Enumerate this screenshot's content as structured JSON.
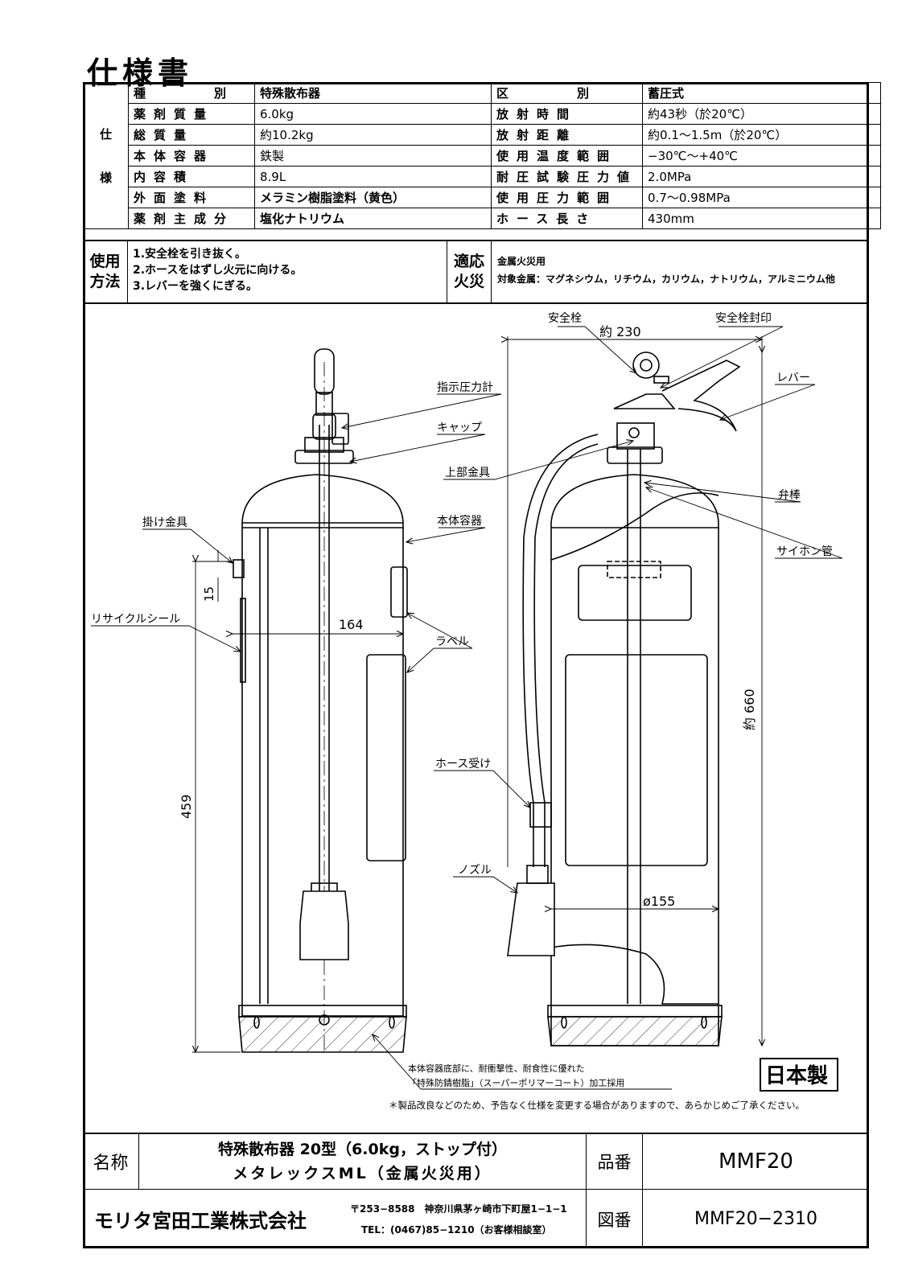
{
  "title": "仕様書",
  "spec": {
    "side_label": [
      "仕",
      "様"
    ],
    "rows": [
      {
        "l_label": "種　　　別",
        "l_value": "特殊散布器",
        "r_label": "区　　　別",
        "r_value": "蓄圧式"
      },
      {
        "l_label": "薬剤質量",
        "l_value": "6.0kg",
        "r_label": "放射時間",
        "r_value": "約43秒（於20℃）"
      },
      {
        "l_label": "総質量",
        "l_value": "約10.2kg",
        "r_label": "放射距離",
        "r_value": "約0.1～1.5m（於20℃）"
      },
      {
        "l_label": "本体容器",
        "l_value": "鉄製",
        "r_label": "使用温度範囲",
        "r_value": "−30℃～+40℃"
      },
      {
        "l_label": "内容積",
        "l_value": "8.9L",
        "r_label": "耐圧試験圧力値",
        "r_value": "2.0MPa"
      },
      {
        "l_label": "外面塗料",
        "l_value": "メラミン樹脂塗料（黄色）",
        "r_label": "使用圧力範囲",
        "r_value": "0.7～0.98MPa"
      },
      {
        "l_label": "薬剤主成分",
        "l_value": "塩化ナトリウム",
        "r_label": "ホース長さ",
        "r_value": "430mm"
      }
    ]
  },
  "usage": {
    "label_line1": "使用",
    "label_line2": "方法",
    "steps": [
      "1.安全栓を引き抜く。",
      "2.ホースをはずし火元に向ける。",
      "3.レバーを強くにぎる。"
    ],
    "fire_label_line1": "適応",
    "fire_label_line2": "火災",
    "fire_line1": "金属火災用",
    "fire_line2": "対象金属：マグネシウム，リチウム，カリウム，ナトリウム，アルミニウム他"
  },
  "drawing": {
    "labels": {
      "safety_pin": "安全栓",
      "safety_seal": "安全栓封印",
      "lever": "レバー",
      "gauge": "指示圧力計",
      "cap": "キャップ",
      "upper_fitting": "上部金具",
      "valve_rod": "弁棒",
      "siphon": "サイホン管",
      "body": "本体容器",
      "hanger": "掛け金具",
      "recycle_seal": "リサイクルシール",
      "label": "ラベル",
      "hose_holder": "ホース受け",
      "nozzle": "ノズル",
      "note_line1": "本体容器底部に、耐衝撃性、耐食性に優れた",
      "note_line2": "「特殊防錆樹脂」（スーパーポリマーコート）加工採用",
      "made_in": "日本製"
    },
    "dims": {
      "width_top": "約 230",
      "height": "約 660",
      "diameter": "ø155",
      "width_side": "164",
      "height_side": "459",
      "hanger_offset": "15"
    }
  },
  "disclaimer": "＊製品改良などのため、予告なく仕様を変更する場合がありますので、あらかじめご了承ください。",
  "footer": {
    "name_label": "名称",
    "name_line1": "特殊散布器 20型（6.0kg，ストップ付）",
    "name_line2": "メタレックスML（金属火災用）",
    "part_label": "品番",
    "part_value": "MMF20",
    "company": "モリタ宮田工業株式会社",
    "address": "〒253−8588　神奈川県茅ヶ崎市下町屋1−1−1",
    "tel": "TEL：(0467)85−1210（お客様相談室）",
    "drawing_label": "図番",
    "drawing_value": "MMF20−2310"
  }
}
